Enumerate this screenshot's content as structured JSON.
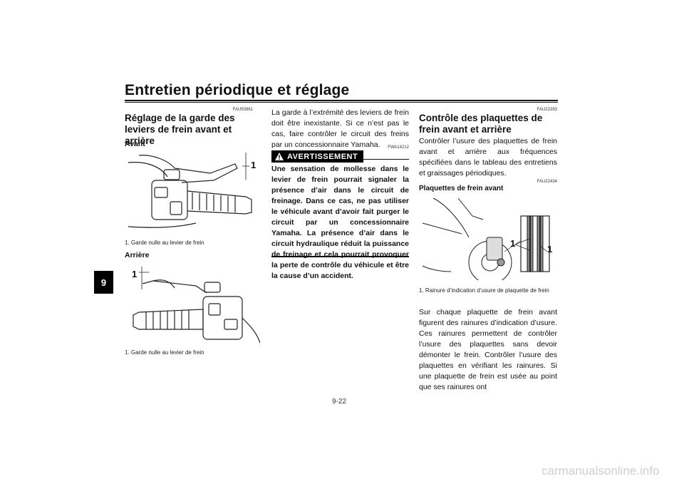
{
  "header": {
    "title": "Entretien périodique et réglage",
    "chapter_tab": "9"
  },
  "col1": {
    "code": "FAU50861",
    "heading": "Réglage de la garde des leviers de frein avant et arrière",
    "avant_label": "Avant",
    "figure1_callout": "1",
    "caption1": "1.  Garde nulle au levier de frein",
    "arriere_label": "Arrière",
    "figure2_callout": "1",
    "caption2": "1.  Garde nulle au levier de frein"
  },
  "col2": {
    "paragraph": "La garde à l’extrémité des leviers de frein doit être inexistante. Si ce n’est pas le cas, faire contrôler le circuit des freins par un concessionnaire Yamaha.",
    "code": "FWA14212",
    "warning_label": "AVERTISSEMENT",
    "warning_text": "Une sensation de mollesse dans le levier de frein pourrait signaler la présence d’air dans le circuit de freinage. Dans ce cas, ne pas utiliser le véhicule avant d’avoir fait purger le circuit par un concessionnaire Yamaha. La présence d’air dans le circuit hydraulique réduit la puissance de freinage et cela pourrait provoquer la perte de contrôle du véhicule et être la cause d’un accident."
  },
  "col3": {
    "code1": "FAU22393",
    "heading": "Contrôle des plaquettes de frein avant et arrière",
    "paragraph1": "Contrôler l’usure des plaquettes de frein avant et arrière aux fréquences spécifiées dans le tableau des entretiens et graissages périodiques.",
    "code2": "FAU22434",
    "sub_heading": "Plaquettes de frein avant",
    "figure_callout_a": "1",
    "figure_callout_b": "1",
    "caption": "1.  Rainure d’indication d’usure de plaquette de frein",
    "paragraph2": "Sur chaque plaquette de frein avant figurent des rainures d’indication d’usure. Ces rainures permettent de contrôler l’usure des plaquettes sans devoir démonter le frein. Contrôler l’usure des plaquettes en vérifiant les rainures. Si une plaquette de frein est usée au point que ses rainures ont"
  },
  "footer": {
    "page_number": "9-22",
    "watermark": "carmanualsonline.info"
  }
}
